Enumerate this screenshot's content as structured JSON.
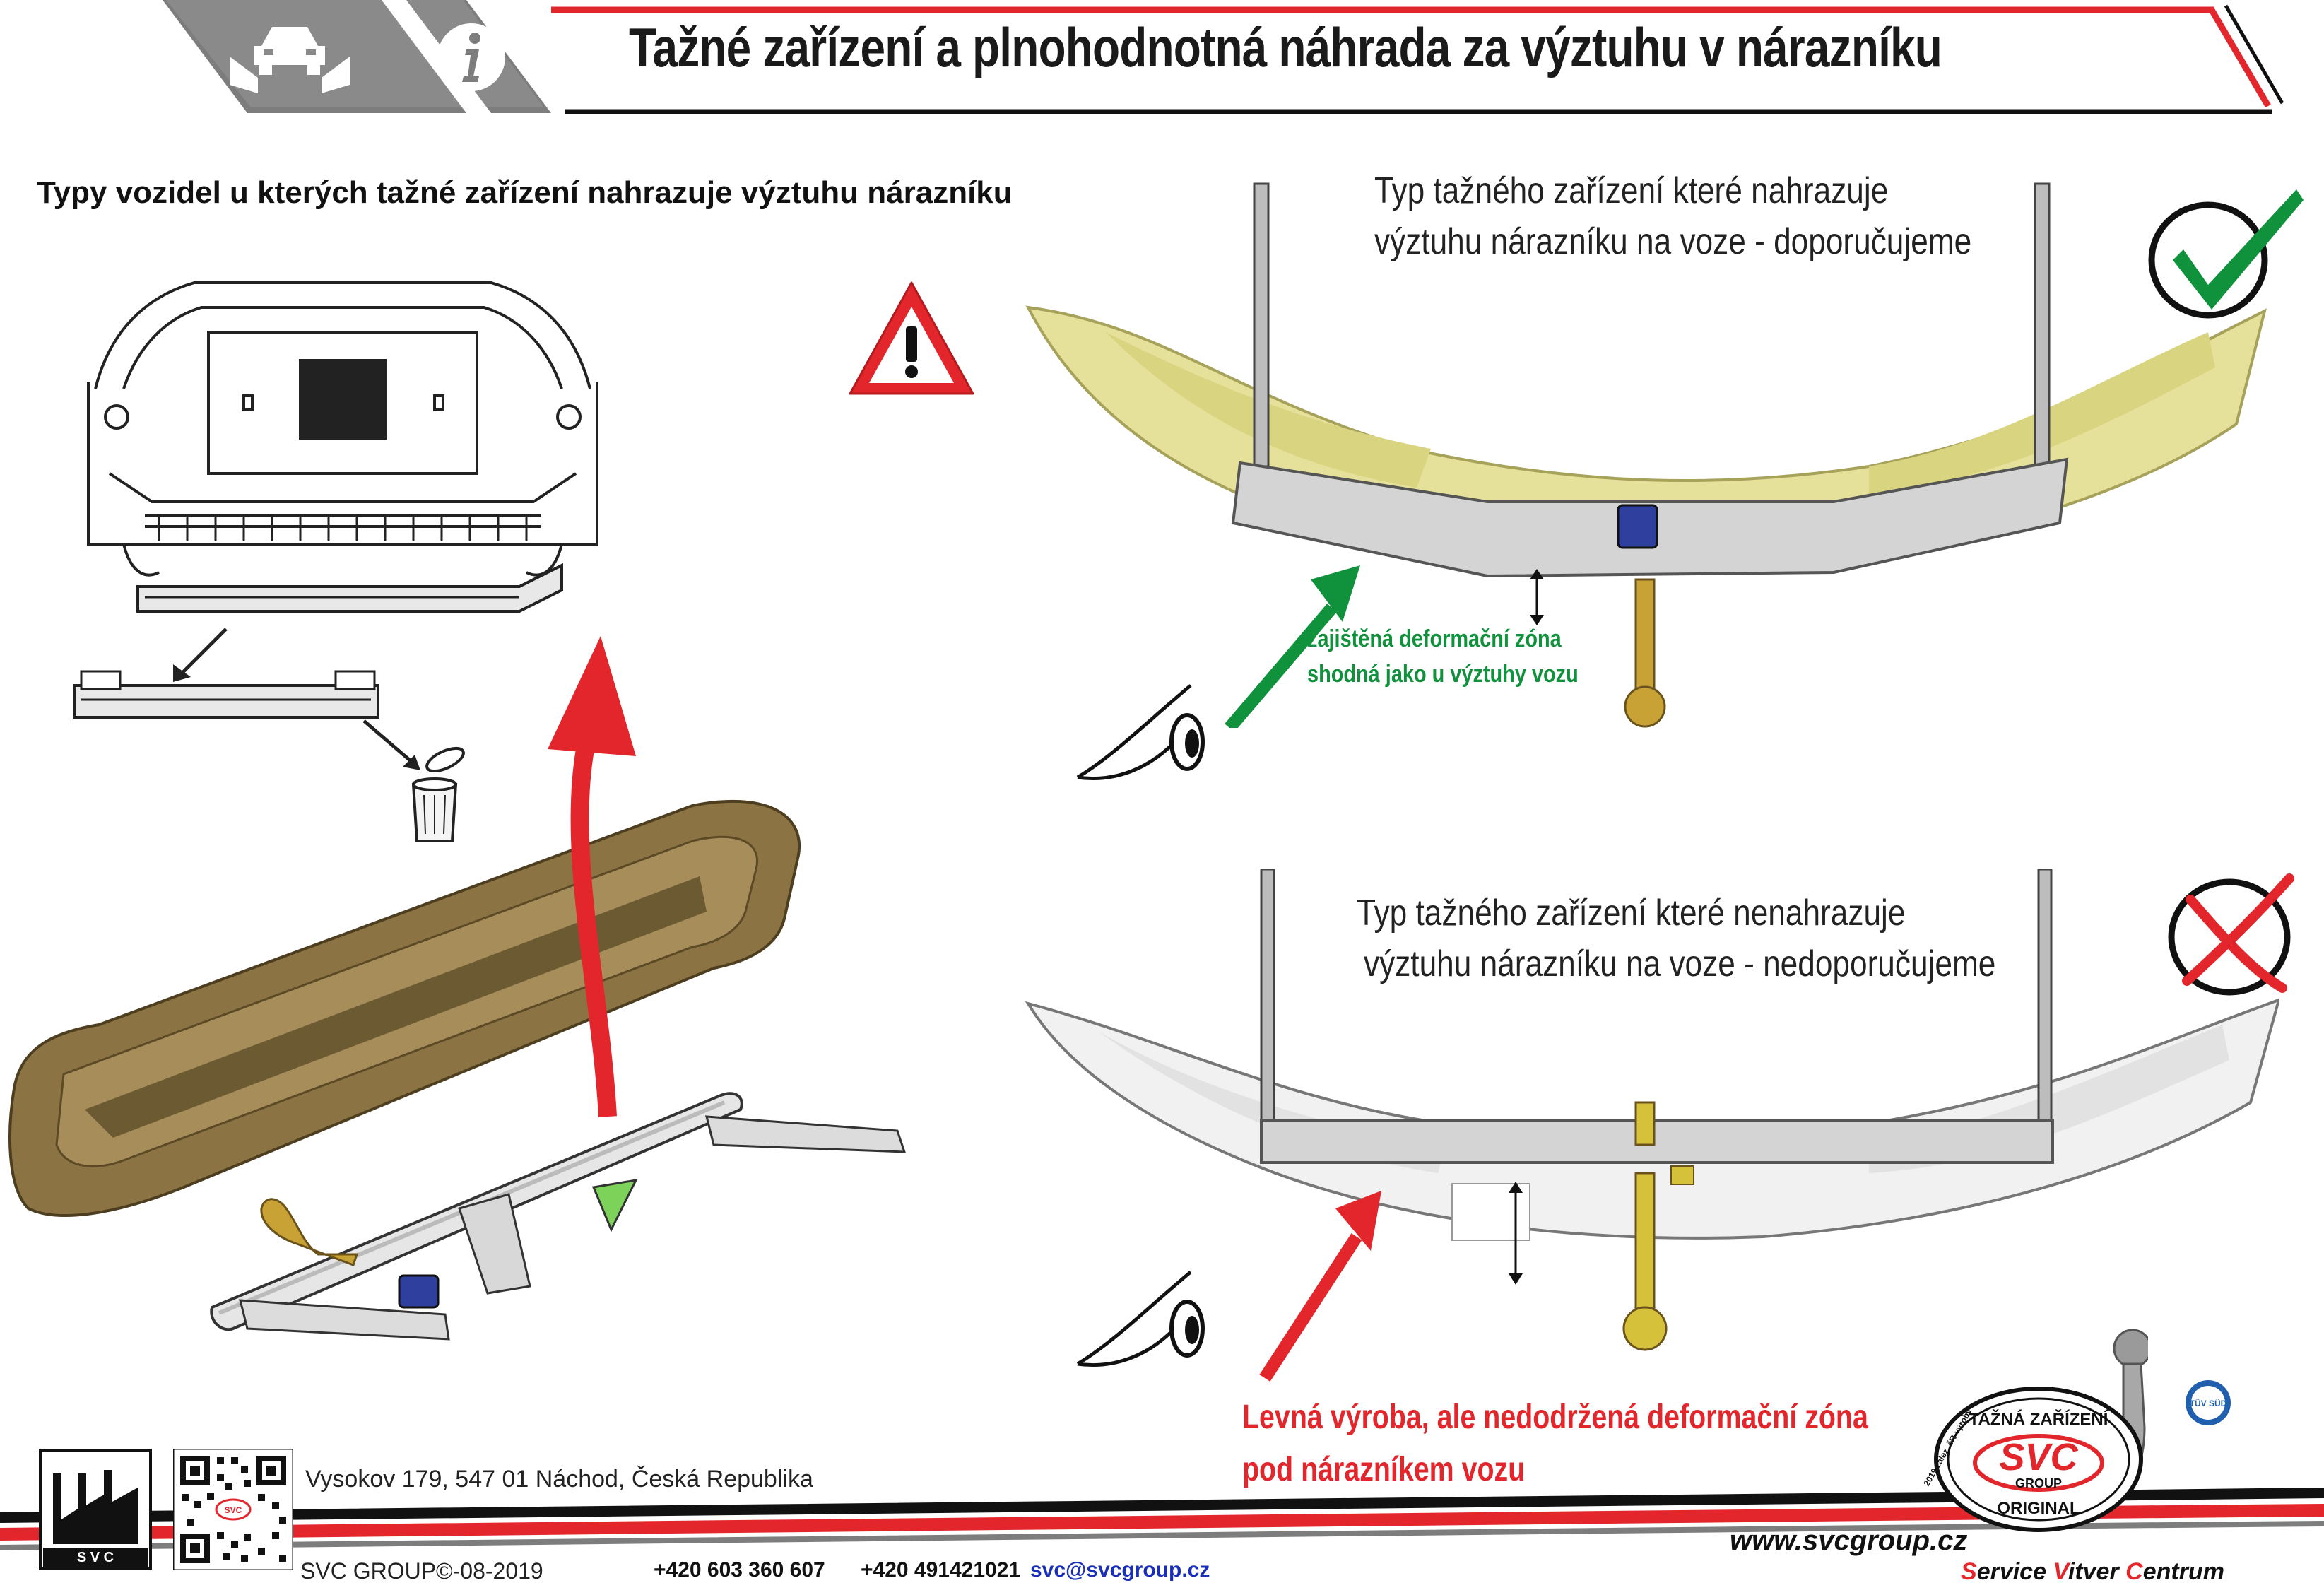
{
  "header": {
    "title": "Tažné zařízení a plnohodnotná náhrada za výztuhu v nárazníku",
    "icons": [
      "car-service-icon",
      "info-icon"
    ]
  },
  "left_panel": {
    "title": "Typy vozidel u kterých tažné zařízení nahrazuje výztuhu nárazníku",
    "warning_icon": "warning-exclamation-icon"
  },
  "recommended": {
    "caption_line1": "Typ  tažného zařízení které nahrazuje",
    "caption_line2": "výztuhu nárazníku  na voze - doporučujeme",
    "zone_line1": "zajištěná deformační zóna",
    "zone_line2": "shodná jako u výztuhy vozu",
    "badge_icon": "green-check-icon",
    "accent_color": "#10913c"
  },
  "not_recommended": {
    "caption_line1": "Typ  tažného zařízení které nenahrazuje",
    "caption_line2": "výztuhu nárazníku na voze -   nedoporučujeme",
    "note_line1": "Levná výroba, ale nedodržená deformační zóna",
    "note_line2": "pod nárazníkem vozu",
    "badge_icon": "red-cross-icon",
    "accent_color": "#e3262b"
  },
  "footer": {
    "factory_label": "S V C",
    "address": "Vysokov 179,  547 01 Náchod,  Česká Republika",
    "copyright": "SVC GROUP©-08-2019",
    "phone1": "+420 603 360 607",
    "phone2": "+420 491421021",
    "email": "svc@svcgroup.cz",
    "website": "www.svcgroup.cz",
    "brand": {
      "top": "TAŽNÁ ZAŘÍZENÍ",
      "logo": "SVC",
      "group": "GROUP",
      "bottom": "ORIGINAL",
      "since": "2019 zalez. čR-výroby",
      "tuv": "TÜV SÜD"
    },
    "service_center": [
      "S",
      "ervice ",
      "V",
      "itver ",
      "C",
      "entrum"
    ]
  }
}
